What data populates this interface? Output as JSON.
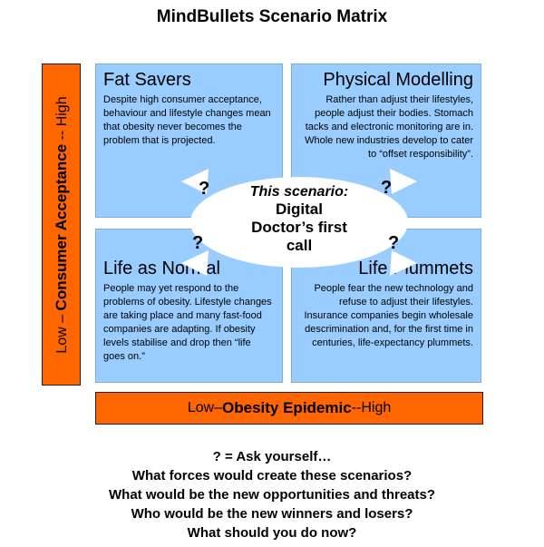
{
  "title": "MindBullets Scenario Matrix",
  "y_axis": {
    "low": "Low",
    "dash": " – ",
    "name": "Consumer Acceptance",
    "sep": " -- ",
    "high": "High"
  },
  "x_axis": {
    "low": "Low",
    "dash": " – ",
    "name": "Obesity Epidemic",
    "sep": " -- ",
    "high": "High"
  },
  "quadrants": {
    "top_left": {
      "title": "Fat Savers",
      "body": "Despite high consumer acceptance, behaviour and lifestyle changes mean that obesity never becomes the problem that is projected."
    },
    "top_right": {
      "title": "Physical Modelling",
      "body": "Rather than adjust their lifestyles, people adjust their bodies. Stomach tacks and electronic monitoring are in.  Whole new industries develop to cater to “offset responsibility”."
    },
    "bottom_left": {
      "title": "Life as Normal",
      "body": "People may yet respond to the problems of obesity.  Lifestyle changes are taking place and many fast-food companies are adapting.  If obesity levels stabilise and drop then “life goes on.”"
    },
    "bottom_right": {
      "title": "Life Plummets",
      "body": "People fear the new technology and refuse to adjust their lifestyles.  Insurance companies begin wholesale descrimination and, for the first time in centuries, life-expectancy plummets."
    }
  },
  "center": {
    "label": "This scenario:",
    "line1": "Digital",
    "line2": "Doctor’s first",
    "line3": "call"
  },
  "question_mark": "?",
  "colors": {
    "axis": "#ff6600",
    "quadrant": "#99ccff",
    "ellipse": "#ffffff"
  },
  "footer": [
    "? = Ask yourself…",
    "What forces would create these scenarios?",
    "What would be the new opportunities and threats?",
    "Who would be the new winners and losers?",
    "What should you do now?"
  ]
}
